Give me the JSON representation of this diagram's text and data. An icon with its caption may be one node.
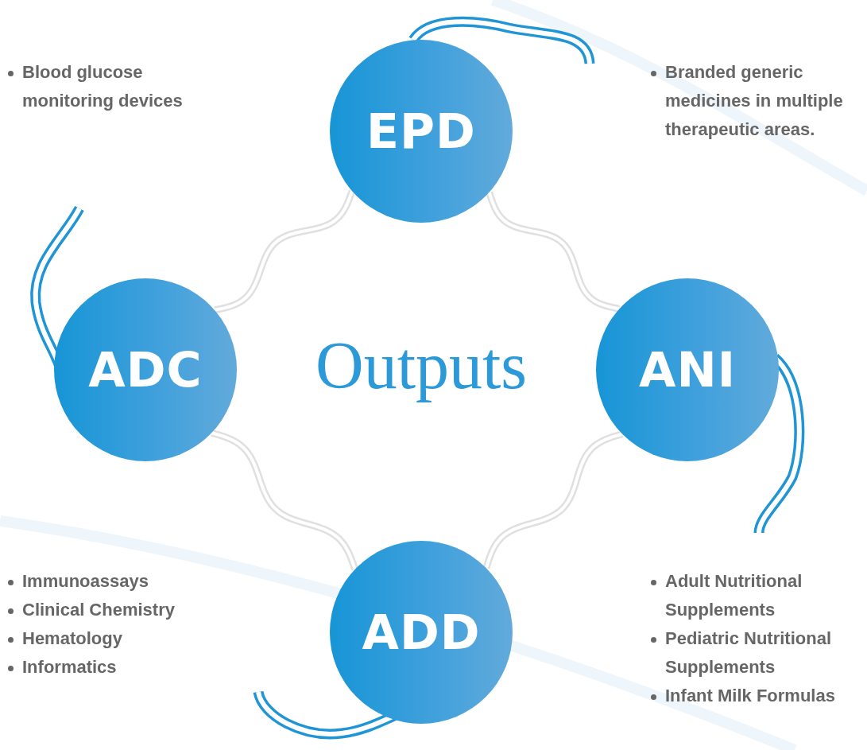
{
  "diagram": {
    "nodes": [
      {
        "text": [
          "EPD"
        ]
      },
      {
        "text": [
          "ANI"
        ]
      },
      {
        "text": [
          "ADD"
        ]
      },
      {
        "text": [
          "ADC"
        ]
      }
    ],
    "edges": [
      {
        "from": 0,
        "to": 1,
        "arrow": "none"
      },
      {
        "from": 1,
        "to": 2,
        "arrow": "none"
      },
      {
        "from": 2,
        "to": 3,
        "arrow": "none"
      },
      {
        "from": 3,
        "to": 0,
        "arrow": "none"
      }
    ],
    "labels": [
      "Blood glucose monitoring devices",
      "Branded generic medicines in multiple therapeutic areas.",
      "Outputs",
      "Immunoassays",
      "Clinical Chemistry",
      "Hematology",
      "Informatics",
      "Adult Nutritional Supplements",
      "Pediatric Nutritional Supplements",
      "Infant Milk Formulas"
    ]
  }
}
